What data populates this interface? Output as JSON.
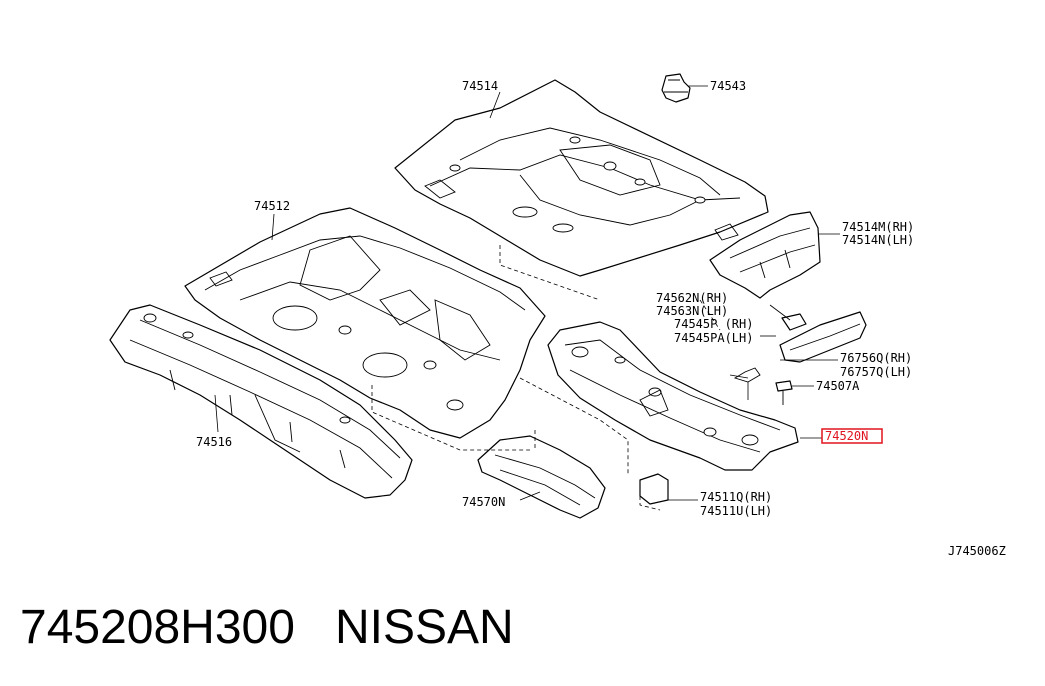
{
  "colors": {
    "highlight": "#e0141e",
    "line": "#000000"
  },
  "labels": {
    "p74514": "74514",
    "p74543": "74543",
    "p74512": "74512",
    "p74514M": "74514M(RH)",
    "p74514N": "74514N(LH)",
    "p74562N": "74562N(RH)",
    "p74563N": "74563N(LH)",
    "p74545P": "74545P (RH)",
    "p74545PA": "74545PA(LH)",
    "p76756Q": "76756Q(RH)",
    "p76757Q": "76757Q(LH)",
    "p74507A": "74507A",
    "p74516": "74516",
    "p74520N": "74520N",
    "p74570N": "74570N",
    "p74511Q": "74511Q(RH)",
    "p74511U": "74511U(LH)",
    "diagram_code": "J745006Z"
  },
  "caption": {
    "part_number": "745208H300",
    "brand": "NISSAN"
  }
}
